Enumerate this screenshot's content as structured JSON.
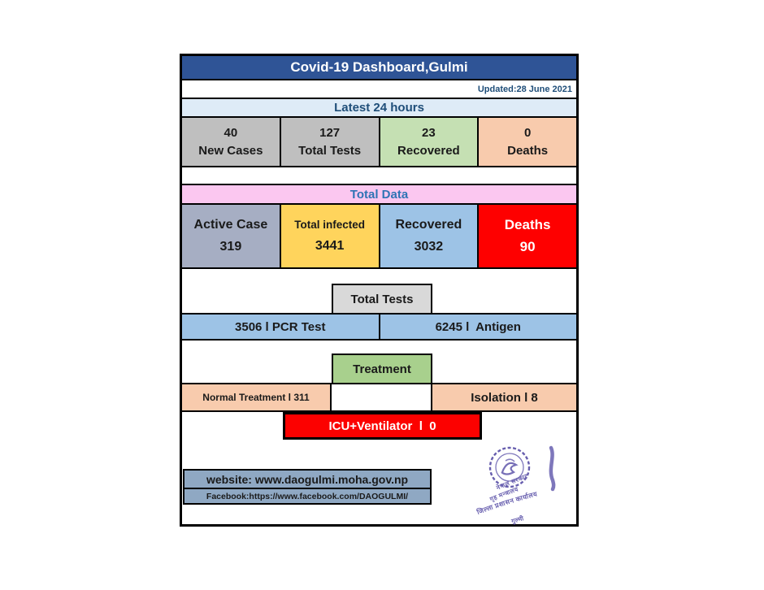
{
  "header": {
    "title": "Covid-19 Dashboard,Gulmi",
    "updated": "Updated:28 June 2021"
  },
  "latest24": {
    "heading": "Latest 24 hours",
    "cells": [
      {
        "value": "40",
        "label": "New Cases"
      },
      {
        "value": "127",
        "label": "Total Tests"
      },
      {
        "value": "23",
        "label": "Recovered"
      },
      {
        "value": "0",
        "label": "Deaths"
      }
    ]
  },
  "totals": {
    "heading": "Total Data",
    "cells": [
      {
        "label": "Active Case",
        "value": "319"
      },
      {
        "label": "Total infected",
        "value": "3441"
      },
      {
        "label": "Recovered",
        "value": "3032"
      },
      {
        "label": "Deaths",
        "value": "90"
      }
    ]
  },
  "tests": {
    "heading": "Total Tests",
    "pcr": "3506 l PCR Test",
    "antigen": "6245 l  Antigen"
  },
  "treatment": {
    "heading": "Treatment",
    "normal": "Normal Treatment l 311",
    "isolation": "Isolation l 8",
    "icu": "ICU+Ventilator  l  0"
  },
  "footer": {
    "website": "website: www.daogulmi.moha.gov.np",
    "facebook": "Facebook:https://www.facebook.com/DAOGULMI/"
  },
  "stamp": {
    "lines": [
      "नेपाल सरकार",
      "गृह मन्त्रालय",
      "जिल्ला प्रशासन कार्यालय",
      "गुल्मी"
    ]
  },
  "colors": {
    "header_blue": "#2F5496",
    "heading_text_dark_blue": "#1F4E79",
    "latest_bg": "#DEEBF7",
    "gray_cell": "#BFBFBF",
    "green_cell": "#C5E0B3",
    "peach_cell": "#F8CBAD",
    "pink_bar": "#FBC7F0",
    "pink_bar_text": "#2E74B5",
    "bluegray_cell": "#A6AEC3",
    "yellow_cell": "#FFD45C",
    "lightblue_cell": "#9DC3E6",
    "red_cell": "#FE0000",
    "tests_box": "#D9D9D9",
    "treatment_box": "#A8D08D",
    "links_box": "#8FA8C3",
    "stamp_ink": "#5B51A8"
  },
  "chart_data": {
    "type": "table",
    "title": "Covid-19 Dashboard,Gulmi",
    "updated": "28 June 2021",
    "latest_24_hours": {
      "new_cases": 40,
      "total_tests": 127,
      "recovered": 23,
      "deaths": 0
    },
    "total_data": {
      "active_cases": 319,
      "total_infected": 3441,
      "recovered": 3032,
      "deaths": 90
    },
    "total_tests": {
      "pcr": 3506,
      "antigen": 6245
    },
    "treatment": {
      "normal_treatment": 311,
      "isolation": 8,
      "icu_ventilator": 0
    },
    "links": {
      "website": "www.daogulmi.moha.gov.np",
      "facebook": "https://www.facebook.com/DAOGULMI/"
    }
  }
}
